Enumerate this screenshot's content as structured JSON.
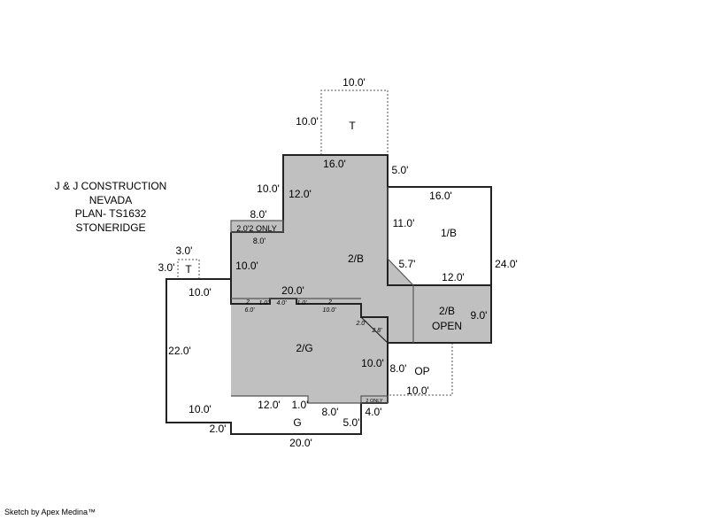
{
  "title_block": [
    "J & J CONSTRUCTION",
    "NEVADA",
    "PLAN- TS1632",
    "STONERIDGE"
  ],
  "footer": "Sketch by Apex Medina™",
  "colors": {
    "fill": "#c0c0c0",
    "line": "#000000"
  },
  "areas": {
    "t_top": "T",
    "b1": "1/B",
    "b2": "2/B",
    "b2_open_1": "2/B",
    "b2_open_2": "OPEN",
    "t_left": "T",
    "g2": "2/G",
    "op": "OP",
    "g": "G",
    "two_only_top": "2.0'2 ONLY",
    "two_only_bottom": "2 ONLY"
  },
  "dims": [
    "10.0'",
    "10.0'",
    "16.0'",
    "5.0'",
    "10.0'",
    "12.0'",
    "16.0'",
    "8.0'",
    "11.0'",
    "8.0'",
    "5.7'",
    "24.0'",
    "3.0'",
    "3.0'",
    "10.0'",
    "12.0'",
    "10.0'",
    "20.0'",
    "9.0'",
    "22.0'",
    "10.0'",
    "8.0'",
    "10.0'",
    "12.0'",
    "1.0'",
    "8.0'",
    "4.0'",
    "10.0'",
    "5.0'",
    "2.0'",
    "20.0'"
  ],
  "tiny_dims": [
    "2",
    "1.0'",
    "4.0'",
    "1.0'",
    "2",
    "6.0'",
    "10.0'",
    "2.0'",
    "2.8'"
  ]
}
